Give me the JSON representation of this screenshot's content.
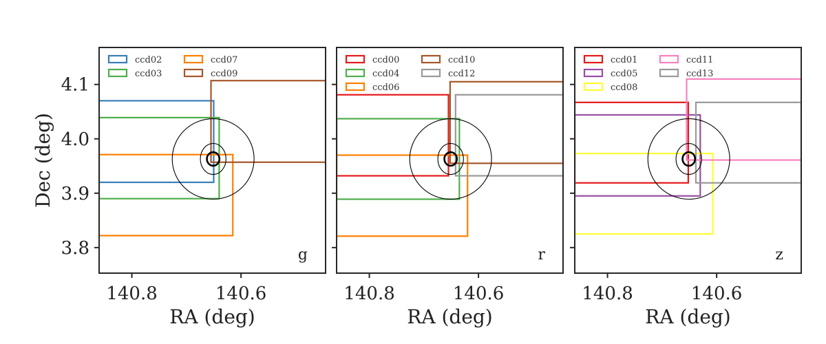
{
  "chart_data": [
    {
      "type": "rectangles",
      "band": "g",
      "xlabel": "RA (deg)",
      "ylabel": "Dec (deg)",
      "xlim": [
        140.86,
        140.445
      ],
      "ylim": [
        3.753,
        4.168
      ],
      "xticks": [
        140.8,
        140.6
      ],
      "yticks": [
        3.8,
        3.9,
        4.0,
        4.1
      ],
      "xtick_labels": [
        "140.8",
        "140.6"
      ],
      "ytick_labels": [
        "3.8",
        "3.9",
        "4.0",
        "4.1"
      ],
      "legend_position": "top-left",
      "legend_columns": 2,
      "series": [
        {
          "name": "ccd02",
          "color": "#377eb8",
          "ra": [
            140.86,
            140.65
          ],
          "dec": [
            3.92,
            4.07
          ]
        },
        {
          "name": "ccd03",
          "color": "#4daf4a",
          "ra": [
            140.86,
            140.64
          ],
          "dec": [
            3.89,
            4.039
          ]
        },
        {
          "name": "ccd07",
          "color": "#ff7f00",
          "ra": [
            140.86,
            140.615
          ],
          "dec": [
            3.822,
            3.971
          ]
        },
        {
          "name": "ccd09",
          "color": "#a65628",
          "ra": [
            140.655,
            140.445
          ],
          "dec": [
            3.957,
            4.107
          ]
        }
      ]
    },
    {
      "type": "rectangles",
      "band": "r",
      "xlabel": "RA (deg)",
      "ylabel": "",
      "xlim": [
        140.86,
        140.445
      ],
      "ylim": [
        3.753,
        4.168
      ],
      "xticks": [
        140.8,
        140.6
      ],
      "xtick_labels": [
        "140.8",
        "140.6"
      ],
      "legend_position": "top-left",
      "legend_columns": 2,
      "series": [
        {
          "name": "ccd00",
          "color": "#e41a1c",
          "ra": [
            140.86,
            140.655
          ],
          "dec": [
            3.932,
            4.081
          ]
        },
        {
          "name": "ccd04",
          "color": "#4daf4a",
          "ra": [
            140.86,
            140.635
          ],
          "dec": [
            3.889,
            4.037
          ]
        },
        {
          "name": "ccd06",
          "color": "#ff7f00",
          "ra": [
            140.86,
            140.62
          ],
          "dec": [
            3.821,
            3.97
          ]
        },
        {
          "name": "ccd10",
          "color": "#a65628",
          "ra": [
            140.652,
            140.445
          ],
          "dec": [
            3.955,
            4.105
          ]
        },
        {
          "name": "ccd12",
          "color": "#999999",
          "ra": [
            140.642,
            140.445
          ],
          "dec": [
            3.932,
            4.081
          ]
        }
      ]
    },
    {
      "type": "rectangles",
      "band": "z",
      "xlabel": "RA (deg)",
      "ylabel": "",
      "xlim": [
        140.86,
        140.445
      ],
      "ylim": [
        3.753,
        4.168
      ],
      "xticks": [
        140.8,
        140.6
      ],
      "xtick_labels": [
        "140.8",
        "140.6"
      ],
      "legend_position": "top-left",
      "legend_columns": 2,
      "series": [
        {
          "name": "ccd01",
          "color": "#e41a1c",
          "ra": [
            140.86,
            140.652
          ],
          "dec": [
            3.919,
            4.067
          ]
        },
        {
          "name": "ccd05",
          "color": "#984ea3",
          "ra": [
            140.86,
            140.63
          ],
          "dec": [
            3.895,
            4.044
          ]
        },
        {
          "name": "ccd08",
          "color": "#ffff33",
          "ra": [
            140.86,
            140.607
          ],
          "dec": [
            3.825,
            3.973
          ]
        },
        {
          "name": "ccd11",
          "color": "#f781bf",
          "ra": [
            140.655,
            140.445
          ],
          "dec": [
            3.961,
            4.11
          ]
        },
        {
          "name": "ccd13",
          "color": "#999999",
          "ra": [
            140.638,
            140.445
          ],
          "dec": [
            3.919,
            4.067
          ]
        }
      ]
    }
  ],
  "overlay": {
    "color": "#000000",
    "center_ra": 140.651,
    "center_dec": 3.963,
    "ellipse_axes_deg": [
      [
        0.075,
        0.074
      ],
      [
        0.0235,
        0.0285
      ],
      [
        0.0115,
        0.0125
      ]
    ]
  }
}
